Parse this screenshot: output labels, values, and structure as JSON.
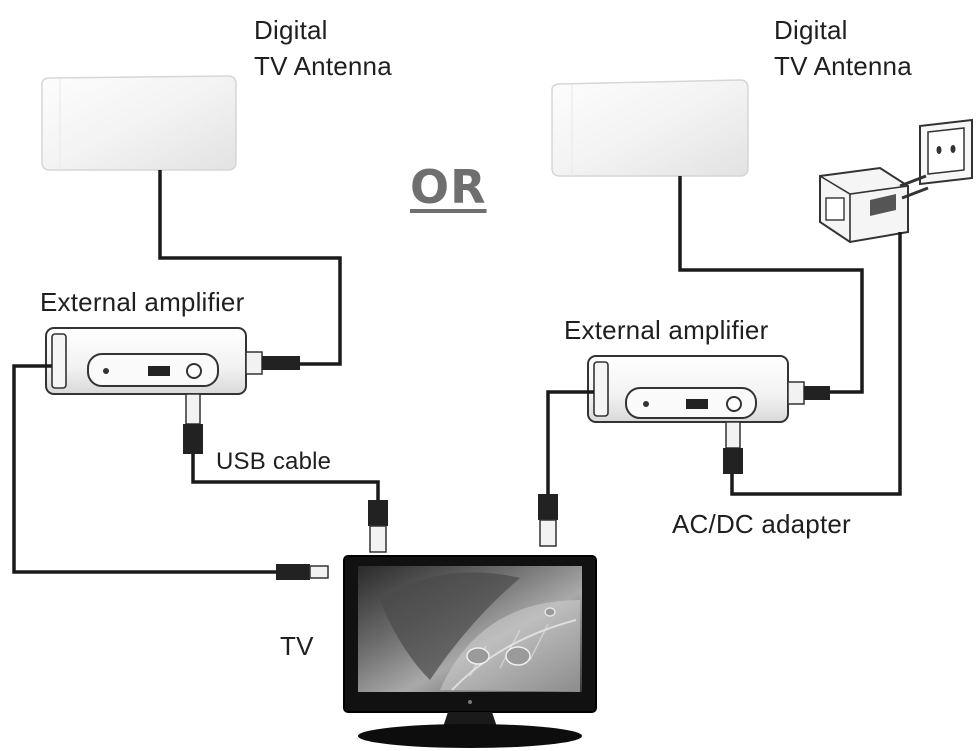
{
  "labels": {
    "antenna_left_line1": "Digital",
    "antenna_left_line2": "TV Antenna",
    "antenna_right_line1": "Digital",
    "antenna_right_line2": "TV Antenna",
    "or": "OR",
    "amp_left": "External amplifier",
    "amp_right": "External amplifier",
    "usb_cable": "USB cable",
    "adapter": "AC/DC adapter",
    "tv": "TV"
  }
}
